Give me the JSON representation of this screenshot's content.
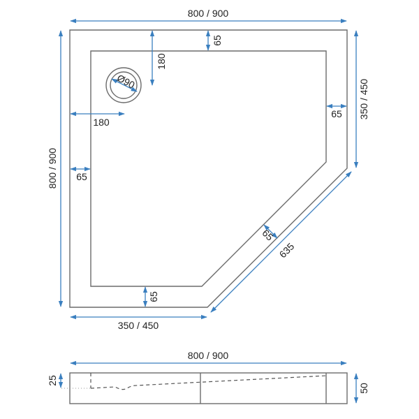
{
  "diagram": {
    "type": "technical-drawing",
    "subject": "pentagonal-shower-tray",
    "colors": {
      "outline": "#6b6b6b",
      "dimension": "#3a7fbf",
      "text": "#222222",
      "background": "#ffffff"
    },
    "top_view": {
      "labels": {
        "overall_width": "800 / 900",
        "overall_depth": "800 / 900",
        "right_side": "350 / 450",
        "bottom_side": "350 / 450",
        "diagonal": "635",
        "rim_top": "65",
        "rim_right": "65",
        "rim_left": "65",
        "rim_bottom": "65",
        "rim_diagonal": "65",
        "drain_offset_top": "180",
        "drain_offset_left": "180",
        "drain_diameter": "Ø90"
      }
    },
    "side_view": {
      "labels": {
        "overall_width": "800 / 900",
        "drain_depth": "25",
        "height": "50"
      }
    }
  }
}
